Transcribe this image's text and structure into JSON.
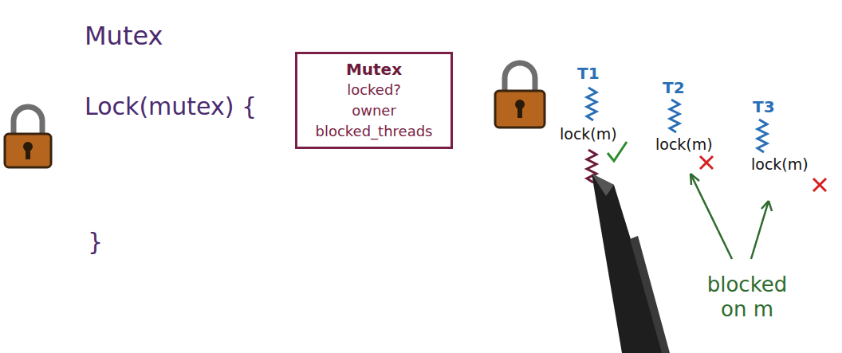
{
  "diagram": {
    "title": "Mutex",
    "nodes": [
      {
        "text": [
          "Mutex",
          "locked?",
          "owner",
          "blocked_threads"
        ]
      }
    ],
    "labels": [
      "Lock(mutex) {",
      "}",
      "T1",
      "lock(m)",
      "T2",
      "lock(m)",
      "T3",
      "lock(m)",
      "blocked on m"
    ]
  }
}
